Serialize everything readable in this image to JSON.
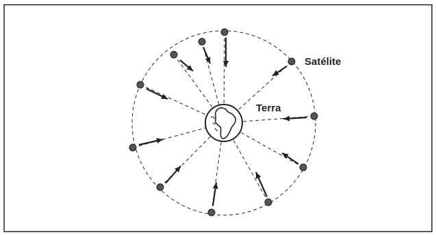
{
  "labels": {
    "satellite": "Satélite",
    "earth": "Terra"
  },
  "colors": {
    "ink": "#222222",
    "satellite_fill": "#555555",
    "background": "#ffffff"
  },
  "icons": {
    "earth": "earth-globe-icon",
    "satellite": "satellite-dot-icon",
    "arrow": "arrow-head-icon"
  },
  "satellite_count": 11
}
